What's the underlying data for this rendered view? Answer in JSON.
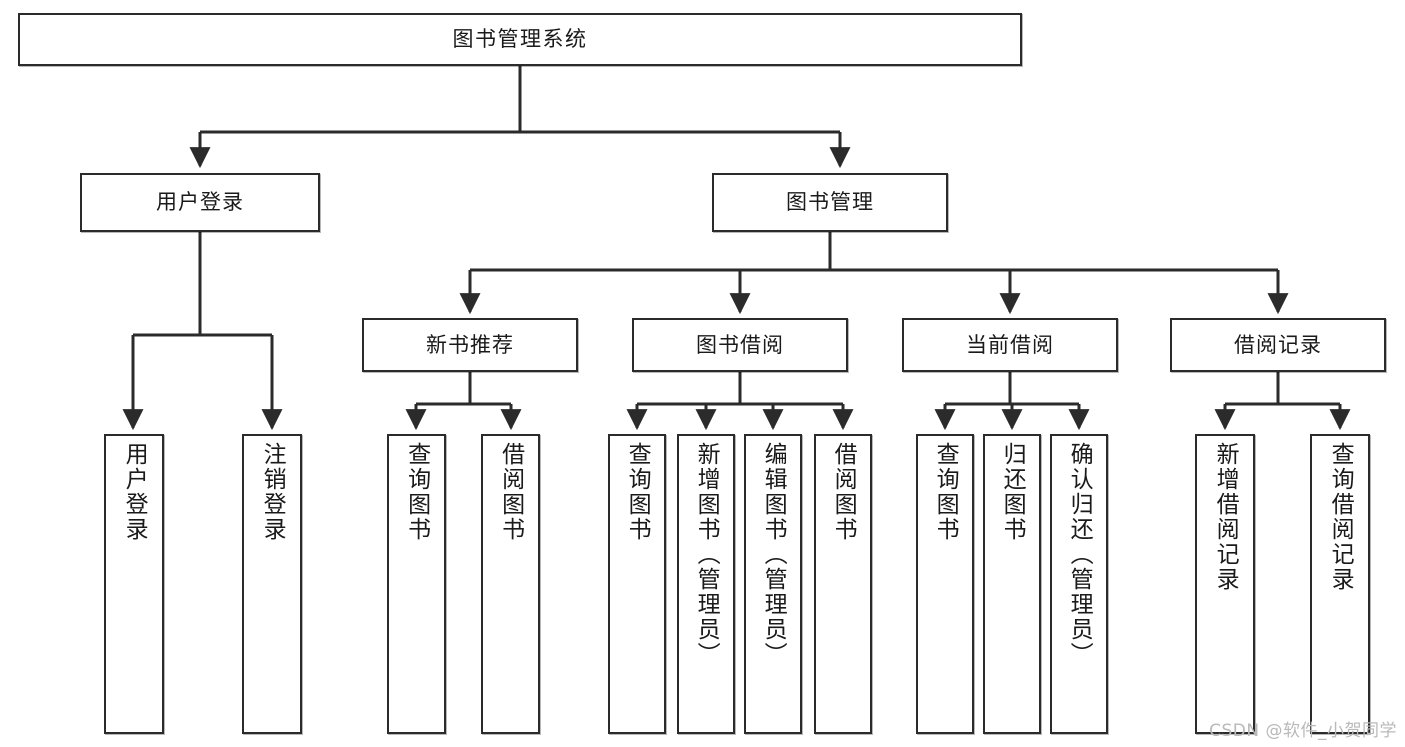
{
  "diagram": {
    "title": "图书管理系统",
    "type": "tree",
    "watermark": "CSDN @软件_小贺同学",
    "colors": {
      "border": "#2b2b2b",
      "background": "#ffffff",
      "text": "#1a1a1a",
      "connector": "#2b2b2b",
      "watermark": "#b9b9b9"
    },
    "nodes": {
      "root": {
        "label": "图书管理系统"
      },
      "level1": [
        {
          "label": "用户登录"
        },
        {
          "label": "图书管理"
        }
      ],
      "level2": [
        {
          "label": "新书推荐"
        },
        {
          "label": "图书借阅"
        },
        {
          "label": "当前借阅"
        },
        {
          "label": "借阅记录"
        }
      ],
      "leaves": {
        "user_login": [
          {
            "label": "用户登录"
          },
          {
            "label": "注销登录"
          }
        ],
        "new_book": [
          {
            "label": "查询图书"
          },
          {
            "label": "借阅图书"
          }
        ],
        "book_borrow": [
          {
            "label": "查询图书"
          },
          {
            "label": "新增图书（管理员）"
          },
          {
            "label": "编辑图书（管理员）"
          },
          {
            "label": "借阅图书"
          }
        ],
        "current_borrow": [
          {
            "label": "查询图书"
          },
          {
            "label": "归还图书"
          },
          {
            "label": "确认归还（管理员）"
          }
        ],
        "borrow_record": [
          {
            "label": "新增借阅记录"
          },
          {
            "label": "查询借阅记录"
          }
        ]
      }
    }
  }
}
